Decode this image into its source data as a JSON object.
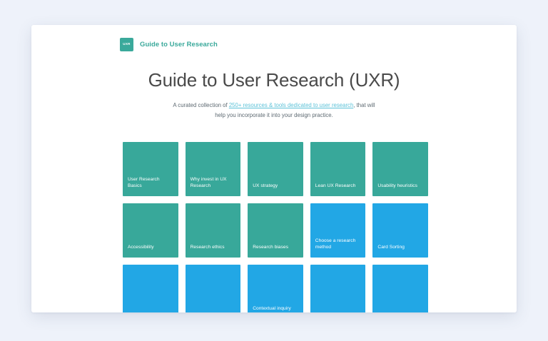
{
  "header": {
    "brand_logo_text": "UXR",
    "brand_name": "Guide to User Research"
  },
  "hero": {
    "title": "Guide to User Research (UXR)",
    "subtitle_before": "A curated collection of ",
    "subtitle_link": "250+ resources & tools dedicated to user research",
    "subtitle_after": ", that will help you incorporate it into your design practice."
  },
  "colors": {
    "page_background": "#eef2fa",
    "card_background": "#ffffff",
    "teal": "#38a89a",
    "blue": "#22a7e5",
    "brand_teal": "#3aa99b",
    "link_blue": "#5cc2d8",
    "title_gray": "#4a4a4a"
  },
  "tiles": [
    {
      "label": "User Research Basics",
      "color": "teal"
    },
    {
      "label": "Why invest in UX Research",
      "color": "teal"
    },
    {
      "label": "UX strategy",
      "color": "teal"
    },
    {
      "label": "Lean UX Research",
      "color": "teal"
    },
    {
      "label": "Usability heuristics",
      "color": "teal"
    },
    {
      "label": "Accessibility",
      "color": "teal"
    },
    {
      "label": "Research ethics",
      "color": "teal"
    },
    {
      "label": "Research biases",
      "color": "teal"
    },
    {
      "label": "Choose a research method",
      "color": "blue"
    },
    {
      "label": "Card Sorting",
      "color": "blue"
    },
    {
      "label": "",
      "color": "blue"
    },
    {
      "label": "",
      "color": "blue"
    },
    {
      "label": "Contextual inquiry",
      "color": "blue"
    },
    {
      "label": "",
      "color": "blue"
    },
    {
      "label": "",
      "color": "blue"
    }
  ]
}
